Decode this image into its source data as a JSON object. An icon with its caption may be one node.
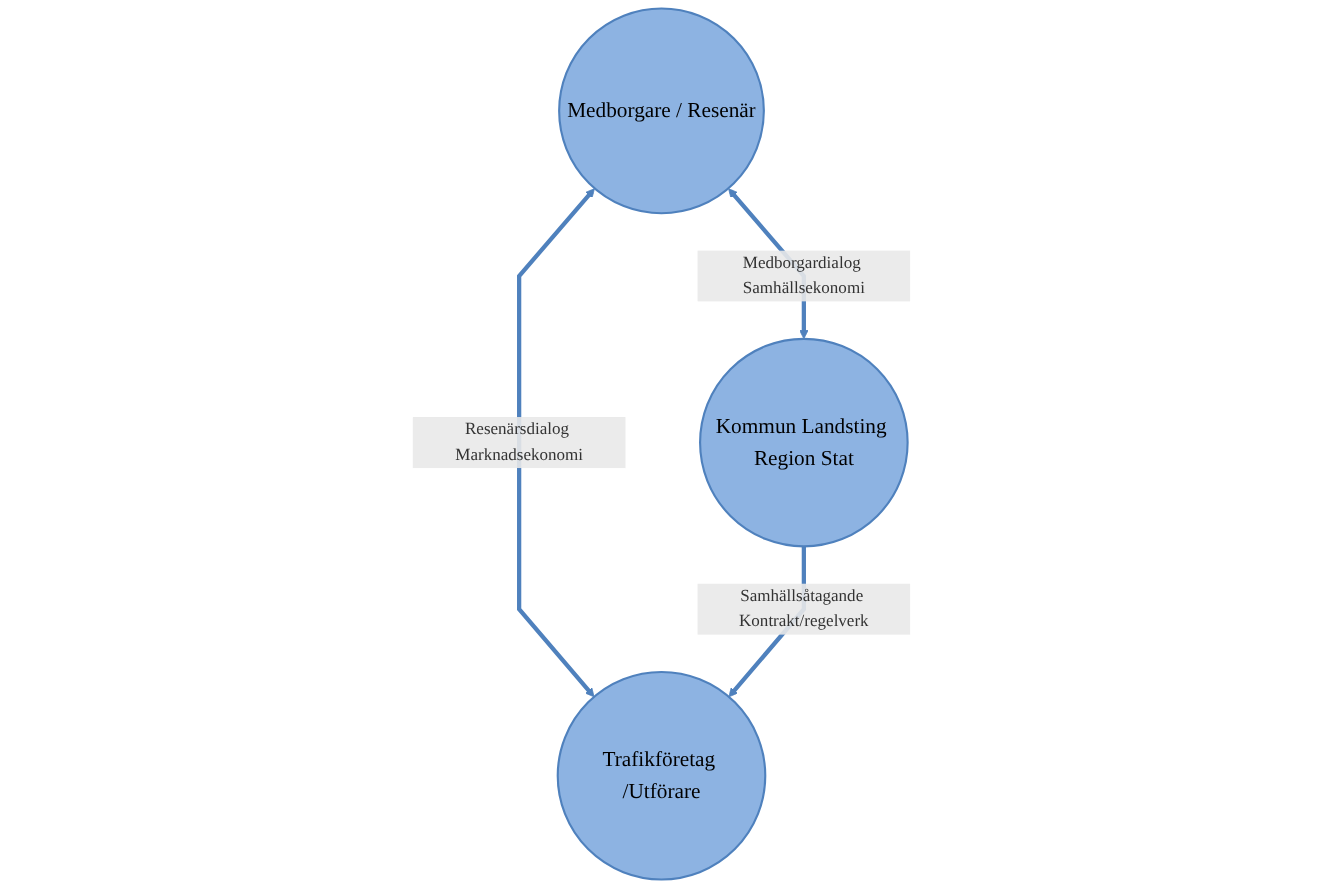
{
  "diagram": {
    "nodes": [
      {
        "text": [
          "Medborgare / Resenär"
        ]
      },
      {
        "text": [
          "Kommun Landsting Region Stat"
        ]
      },
      {
        "text": [
          "Trafikföretag /Utförare"
        ]
      }
    ],
    "edges": [
      {
        "from": 0,
        "to": 1,
        "arrow": "both",
        "label": "Medborgardialog Samhällsekonomi"
      },
      {
        "from": 0,
        "to": 2,
        "arrow": "both",
        "label": "Resenärsdialog Marknadsekonomi"
      },
      {
        "from": 1,
        "to": 2,
        "arrow": "to",
        "label": "Samhällsåtagande Kontrakt/regelverk"
      }
    ]
  }
}
